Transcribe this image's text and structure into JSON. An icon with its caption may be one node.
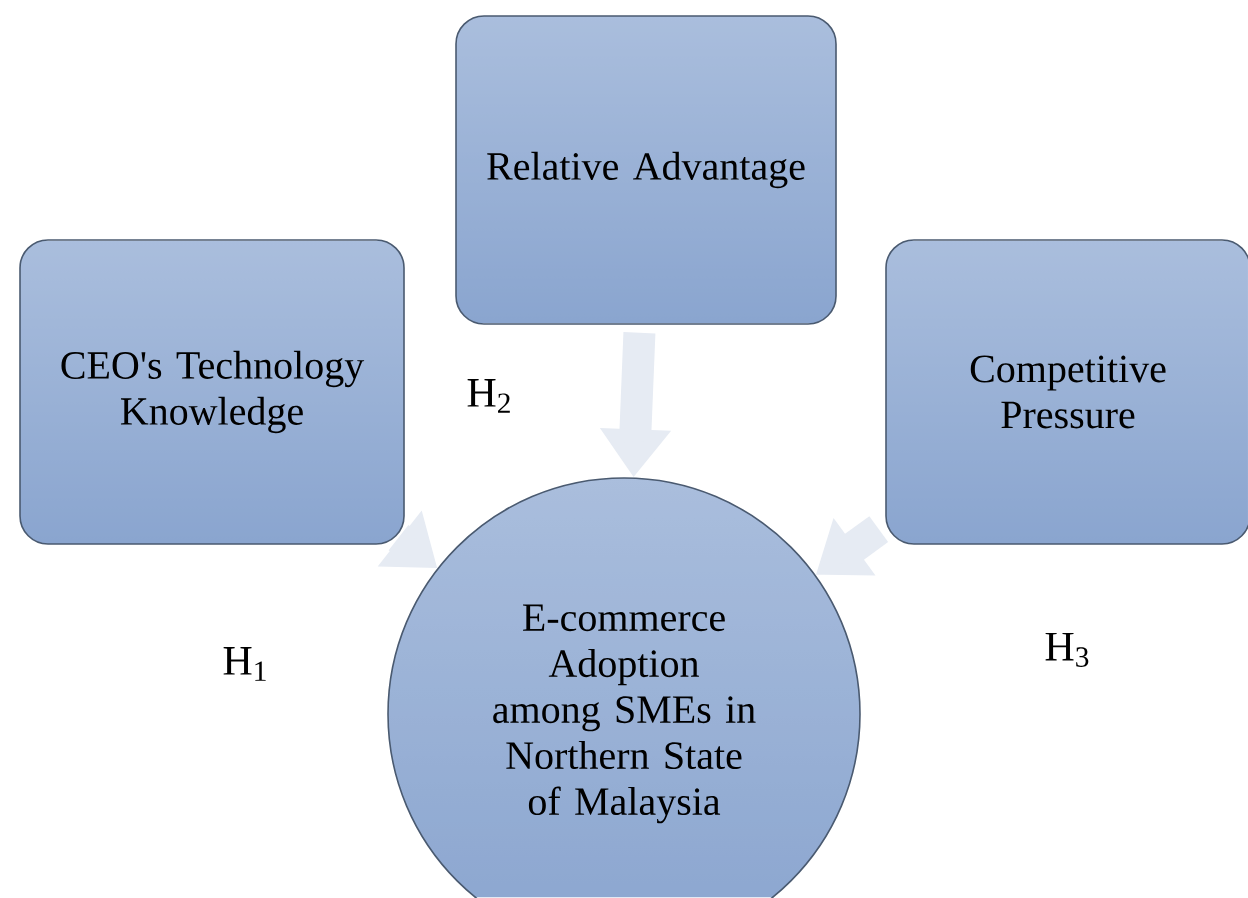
{
  "diagram": {
    "nodes": [
      {
        "text": [
          "CEO's Technology Knowledge"
        ]
      },
      {
        "text": [
          "Relative Advantage"
        ]
      },
      {
        "text": [
          "Competitive Pressure"
        ]
      },
      {
        "text": [
          "E-commerce Adoption among SMEs in Northern State of Malaysia"
        ]
      }
    ],
    "edges": [
      {
        "from": 0,
        "to": 3,
        "arrow": "to"
      },
      {
        "from": 1,
        "to": 3,
        "arrow": "to"
      },
      {
        "from": 2,
        "to": 3,
        "arrow": "to"
      }
    ],
    "labels": [
      "H$_{2}$",
      "H$_{1}$",
      "H$_{3}$"
    ]
  }
}
